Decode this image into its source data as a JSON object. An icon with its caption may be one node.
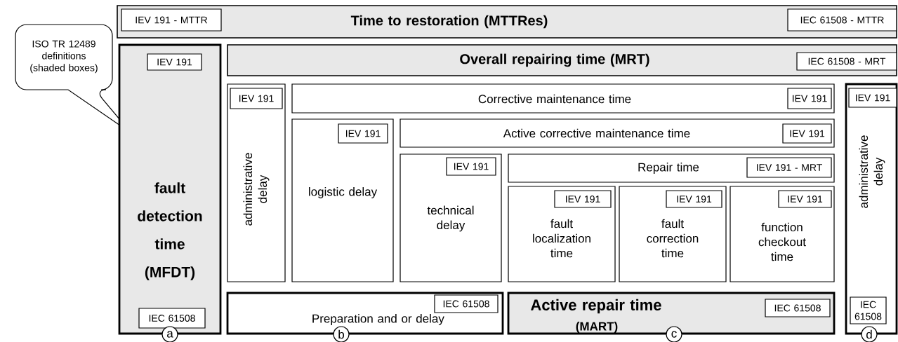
{
  "diagram": {
    "nodes": [
      {
        "text": [
          "ISO TR 12489 definitions (shaded boxes)"
        ]
      },
      {
        "text": [
          "Time to restoration (MTTRes)"
        ]
      },
      {
        "text": [
          "IEV 191 - MTTR"
        ],
        "in": 1
      },
      {
        "text": [
          "IEC 61508 - MTTR"
        ],
        "in": 1
      },
      {
        "text": [
          "fault detection time (MFDT)"
        ]
      },
      {
        "text": [
          "IEV 191"
        ],
        "in": 4
      },
      {
        "text": [
          "IEC 61508"
        ],
        "in": 4
      },
      {
        "text": [
          "Overall repairing time (MRT)"
        ]
      },
      {
        "text": [
          "IEC 61508 - MRT"
        ],
        "in": 7
      },
      {
        "text": [
          "administrative delay"
        ]
      },
      {
        "text": [
          "IEV 191"
        ],
        "in": 9
      },
      {
        "text": [
          "Corrective maintenance time"
        ]
      },
      {
        "text": [
          "IEV 191"
        ],
        "in": 11
      },
      {
        "text": [
          "logistic delay"
        ]
      },
      {
        "text": [
          "IEV 191"
        ],
        "in": 13
      },
      {
        "text": [
          "Active corrective maintenance time"
        ]
      },
      {
        "text": [
          "IEV 191"
        ],
        "in": 15
      },
      {
        "text": [
          "technical delay"
        ]
      },
      {
        "text": [
          "IEV 191"
        ],
        "in": 17
      },
      {
        "text": [
          "Repair time"
        ]
      },
      {
        "text": [
          "IEV 191 - MRT"
        ],
        "in": 19
      },
      {
        "text": [
          "fault localization time"
        ]
      },
      {
        "text": [
          "IEV 191"
        ],
        "in": 21
      },
      {
        "text": [
          "fault correction time"
        ]
      },
      {
        "text": [
          "IEV 191"
        ],
        "in": 23
      },
      {
        "text": [
          "function checkout time"
        ]
      },
      {
        "text": [
          "IEV 191"
        ],
        "in": 25
      },
      {
        "text": [
          "administrative delay"
        ]
      },
      {
        "text": [
          "IEV 191"
        ],
        "in": 27
      },
      {
        "text": [
          "IEC 61508"
        ],
        "in": 27
      },
      {
        "text": [
          "Preparation and or delay"
        ]
      },
      {
        "text": [
          "IEC 61508"
        ],
        "in": 30
      },
      {
        "text": [
          "Active repair time",
          "(MART)"
        ]
      },
      {
        "text": [
          "IEC 61508"
        ],
        "in": 32
      },
      {
        "text": [
          "a"
        ]
      },
      {
        "text": [
          "b"
        ]
      },
      {
        "text": [
          "c"
        ]
      },
      {
        "text": [
          "d"
        ]
      }
    ]
  }
}
